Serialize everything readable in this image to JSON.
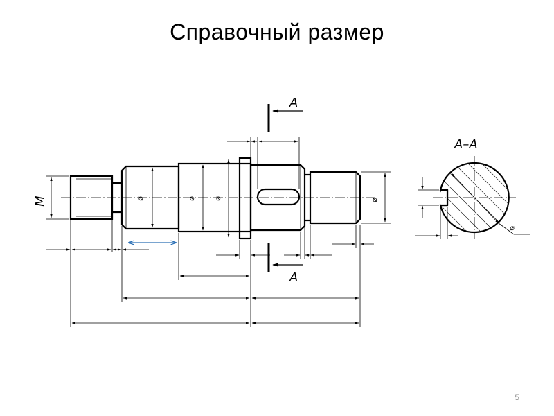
{
  "slide": {
    "title": "Справочный размер",
    "page_number": "5"
  },
  "drawing": {
    "section_view_label": "А–А",
    "cut_label_top": "А",
    "cut_label_bottom": "А",
    "thread_label": "М",
    "diameter_symbol": "⌀",
    "reference_arrow_color": "#2a6fb5"
  }
}
